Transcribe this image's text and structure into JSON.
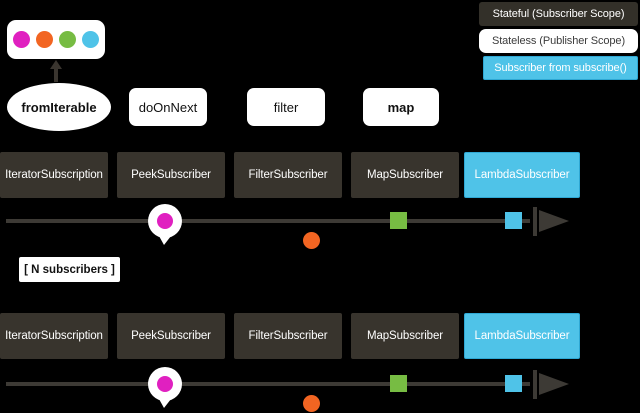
{
  "legend": {
    "items": [
      {
        "label": "Stateful (Subscriber Scope)",
        "style": "dark",
        "color": "#333029"
      },
      {
        "label": "Stateless (Publisher Scope)",
        "style": "white",
        "color": "#ffffff"
      },
      {
        "label": "Subscriber from subscribe()",
        "style": "cyan",
        "color": "#4FC3E8"
      }
    ]
  },
  "source": {
    "items": [
      {
        "name": "marble-magenta",
        "color": "#E020C0"
      },
      {
        "name": "marble-orange",
        "color": "#F26522"
      },
      {
        "name": "marble-green",
        "color": "#77BC43"
      },
      {
        "name": "marble-blue",
        "color": "#4FC3E8"
      }
    ]
  },
  "operators": [
    {
      "label": "fromIterable",
      "shape": "ellipse",
      "bold": true
    },
    {
      "label": "doOnNext",
      "shape": "rect",
      "bold": false
    },
    {
      "label": "filter",
      "shape": "rect",
      "bold": false
    },
    {
      "label": "map",
      "shape": "rect",
      "bold": true
    }
  ],
  "chains": [
    {
      "id": "chain-top",
      "boxes": [
        {
          "label": "IteratorSubscription",
          "kind": "stateful"
        },
        {
          "label": "PeekSubscriber",
          "kind": "stateful"
        },
        {
          "label": "FilterSubscriber",
          "kind": "stateful"
        },
        {
          "label": "MapSubscriber",
          "kind": "stateful"
        },
        {
          "label": "LambdaSubscriber",
          "kind": "subscribe"
        }
      ]
    },
    {
      "id": "chain-bottom",
      "boxes": [
        {
          "label": "IteratorSubscription",
          "kind": "stateful"
        },
        {
          "label": "PeekSubscriber",
          "kind": "stateful"
        },
        {
          "label": "FilterSubscriber",
          "kind": "stateful"
        },
        {
          "label": "MapSubscriber",
          "kind": "stateful"
        },
        {
          "label": "LambdaSubscriber",
          "kind": "subscribe"
        }
      ]
    }
  ],
  "timelines": [
    {
      "id": "timeline-top",
      "marbles": [
        {
          "name": "peeked-marble",
          "color": "#E020C0",
          "shape": "circle-bubble"
        },
        {
          "name": "filtered-out-marble",
          "color": "#F26522",
          "shape": "circle-dropped"
        },
        {
          "name": "mapped-marble",
          "color": "#77BC43",
          "shape": "square"
        },
        {
          "name": "delivered-marble",
          "color": "#4FC3E8",
          "shape": "square"
        }
      ]
    },
    {
      "id": "timeline-bottom",
      "marbles": [
        {
          "name": "peeked-marble",
          "color": "#E020C0",
          "shape": "circle-bubble"
        },
        {
          "name": "filtered-out-marble",
          "color": "#F26522",
          "shape": "circle-dropped"
        },
        {
          "name": "mapped-marble",
          "color": "#77BC43",
          "shape": "square"
        },
        {
          "name": "delivered-marble",
          "color": "#4FC3E8",
          "shape": "square"
        }
      ]
    }
  ],
  "notes": {
    "n_subscribers": "[ N subscribers ]"
  }
}
